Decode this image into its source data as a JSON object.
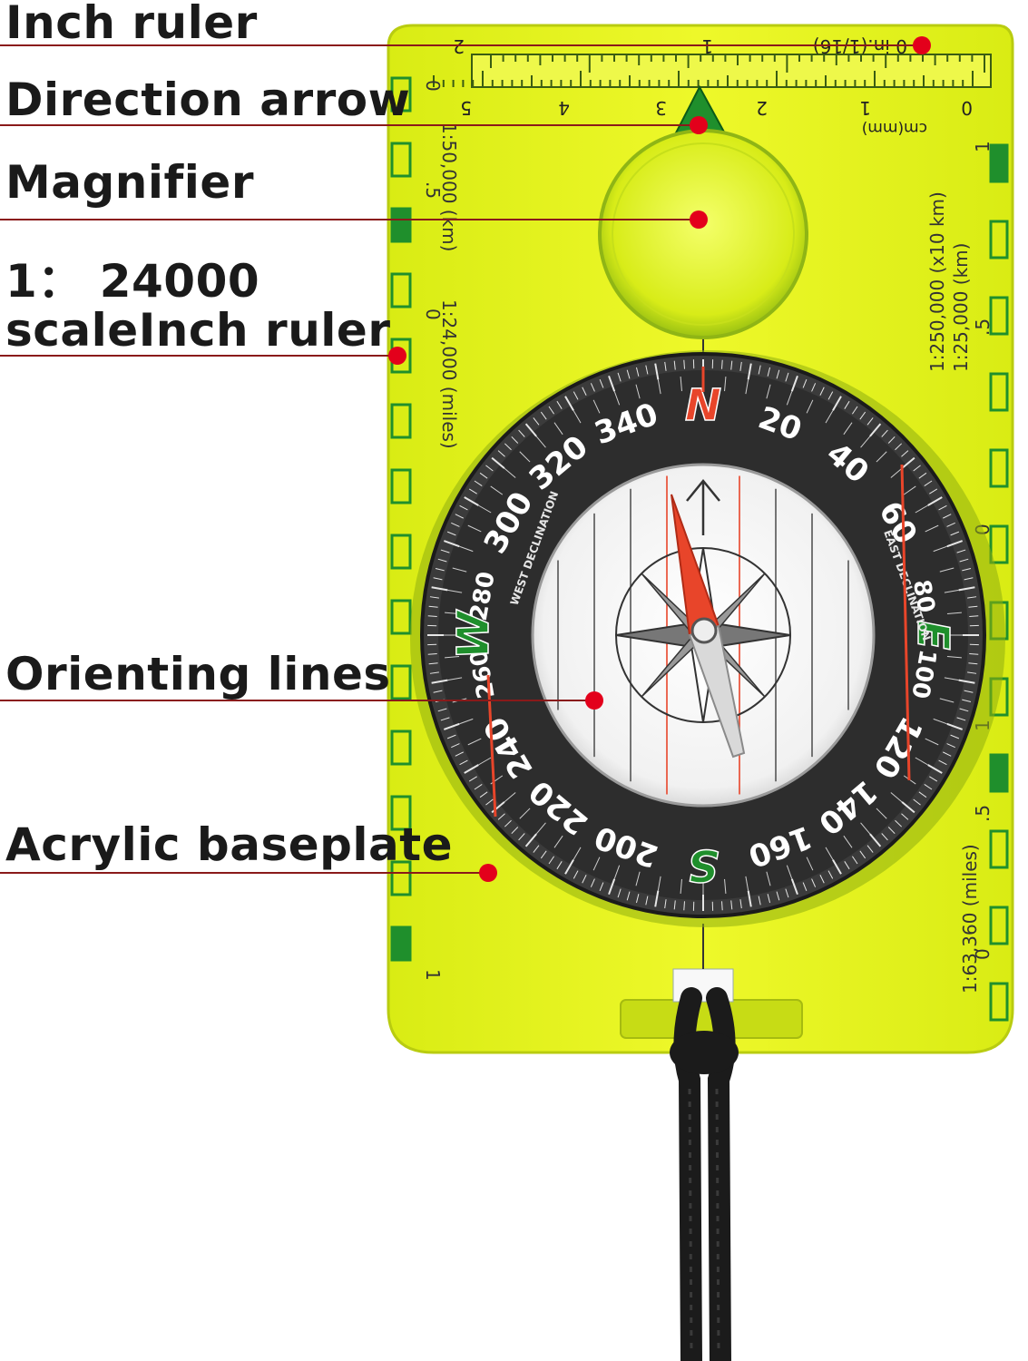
{
  "callouts": [
    {
      "id": "inch-ruler",
      "text": "Inch ruler"
    },
    {
      "id": "direction-arrow",
      "text": "Direction arrow"
    },
    {
      "id": "magnifier",
      "text": "Magnifier"
    },
    {
      "id": "scale",
      "line1": "1：  24000",
      "line2": "scaleInch ruler"
    },
    {
      "id": "orienting-lines",
      "text": "Orienting lines"
    },
    {
      "id": "acrylic-baseplate",
      "text": "Acrylic baseplate"
    }
  ],
  "ruler": {
    "inch_unit": "0 in.(1/16)",
    "inch_numbers": [
      "2",
      "1",
      "0"
    ],
    "cm_unit": "cm(mm)",
    "cm_numbers": [
      "5",
      "4",
      "3",
      "2",
      "1",
      "0"
    ]
  },
  "left_scales": {
    "scale_top": "1:50,000 (km)",
    "scale_mid": "1:24,000 (miles)",
    "marks": [
      "0",
      ".5",
      "0",
      "1"
    ]
  },
  "right_scales": {
    "scale_a": "1:250,000 (x10 km)",
    "scale_b": "1:25,000 (km)",
    "scale_c": "1:63,360 (miles)",
    "marks": [
      "1",
      ".5",
      "0",
      "1",
      ".5",
      "0"
    ]
  },
  "bezel": {
    "cardinals": [
      "N",
      "E",
      "S",
      "W"
    ],
    "degrees": [
      "20",
      "40",
      "60",
      "80",
      "100",
      "120",
      "140",
      "160",
      "200",
      "220",
      "240",
      "260",
      "280",
      "300",
      "320",
      "340"
    ],
    "west_text": "WEST DECLINATION",
    "east_text": "EAST DECLINATION"
  },
  "colors": {
    "baseplate": "#e3f21a",
    "baseplate_edge": "#b9cc10",
    "accent_green": "#1f8f2c",
    "needle_red": "#e8452a",
    "callout_dot": "#e3001b",
    "callout_line": "#8a1a1a",
    "bezel": "#3b3b3b",
    "lanyard": "#1b1b1b"
  },
  "icons": {
    "direction_arrow": "triangle-up-icon",
    "needle": "compass-needle-icon",
    "rose": "compass-rose-icon"
  }
}
